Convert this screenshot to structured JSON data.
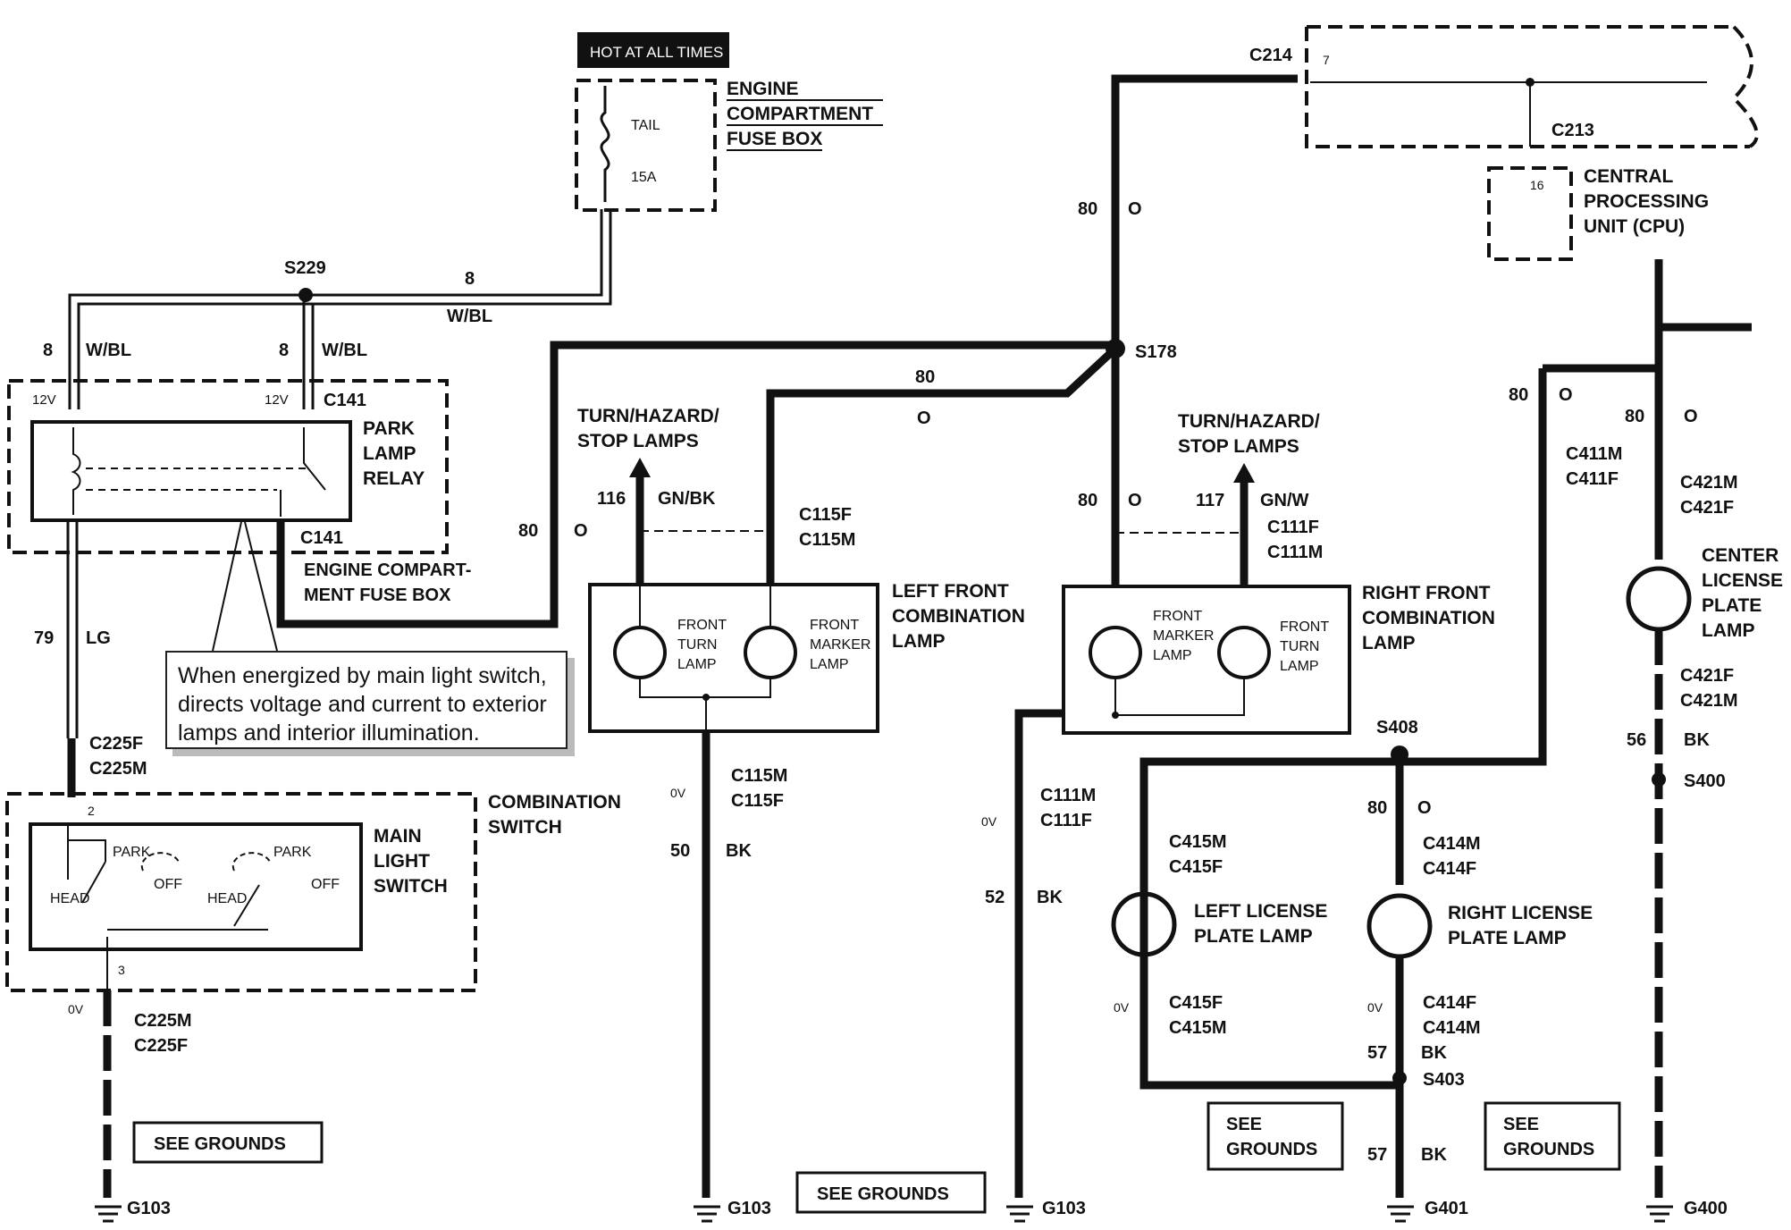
{
  "hot_label": "HOT AT ALL TIMES",
  "fuse": {
    "name": "TAIL",
    "rating": "15A"
  },
  "fuse_box_title": [
    "ENGINE",
    "COMPARTMENT",
    "FUSE BOX"
  ],
  "park_relay": {
    "title": [
      "PARK",
      "LAMP",
      "RELAY"
    ],
    "connector": "C141",
    "volt_left": "12V",
    "volt_right": "12V"
  },
  "engine_fuse_box_label": [
    "ENGINE COMPART-",
    "MENT FUSE BOX"
  ],
  "splices": {
    "s229": "S229",
    "s178": "S178",
    "s408": "S408",
    "s400": "S400",
    "s403": "S403"
  },
  "connectors": {
    "c214": "C214",
    "c213": "C213",
    "c213_pin": "16",
    "c214_pin": "7",
    "c225f": "C225F",
    "c225m": "C225M",
    "c115f": "C115F",
    "c115m": "C115M",
    "c111f": "C111F",
    "c111m": "C111M",
    "c411m": "C411M",
    "c411f": "C411F",
    "c421m": "C421M",
    "c421f": "C421F",
    "c415m": "C415M",
    "c415f": "C415F",
    "c414m": "C414M",
    "c414f": "C414F"
  },
  "cpu_label": [
    "CENTRAL",
    "PROCESSING",
    "UNIT (CPU)"
  ],
  "wires": {
    "w8": "8",
    "wbl": "W/BL",
    "w80": "80",
    "o": "O",
    "w79": "79",
    "lg": "LG",
    "w116": "116",
    "gnbk": "GN/BK",
    "w117": "117",
    "gnw": "GN/W",
    "w50": "50",
    "w52": "52",
    "w56": "56",
    "w57": "57",
    "bk": "BK",
    "zero_v": "0V"
  },
  "turn_stop": [
    "TURN/HAZARD/",
    "STOP LAMPS"
  ],
  "left_front": {
    "title": [
      "LEFT FRONT",
      "COMBINATION",
      "LAMP"
    ],
    "turn": [
      "FRONT",
      "TURN",
      "LAMP"
    ],
    "marker": [
      "FRONT",
      "MARKER",
      "LAMP"
    ]
  },
  "right_front": {
    "title": [
      "RIGHT FRONT",
      "COMBINATION",
      "LAMP"
    ],
    "turn": [
      "FRONT",
      "TURN",
      "LAMP"
    ],
    "marker": [
      "FRONT",
      "MARKER",
      "LAMP"
    ]
  },
  "center_license": [
    "CENTER",
    "LICENSE",
    "PLATE",
    "LAMP"
  ],
  "left_license": [
    "LEFT LICENSE",
    "PLATE LAMP"
  ],
  "right_license": [
    "RIGHT LICENSE",
    "PLATE LAMP"
  ],
  "combo_switch": {
    "title": [
      "COMBINATION",
      "SWITCH"
    ],
    "main": [
      "MAIN",
      "LIGHT",
      "SWITCH"
    ],
    "park": "PARK",
    "head": "HEAD",
    "off": "OFF",
    "pin2": "2",
    "pin3": "3"
  },
  "note_text": "When energized by main light switch, directs voltage and current to exterior lamps and interior illumination.",
  "see_grounds": "SEE GROUNDS",
  "see": "SEE",
  "grounds": "GROUNDS",
  "grounds_ids": {
    "g103": "G103",
    "g401": "G401",
    "g400": "G400"
  }
}
